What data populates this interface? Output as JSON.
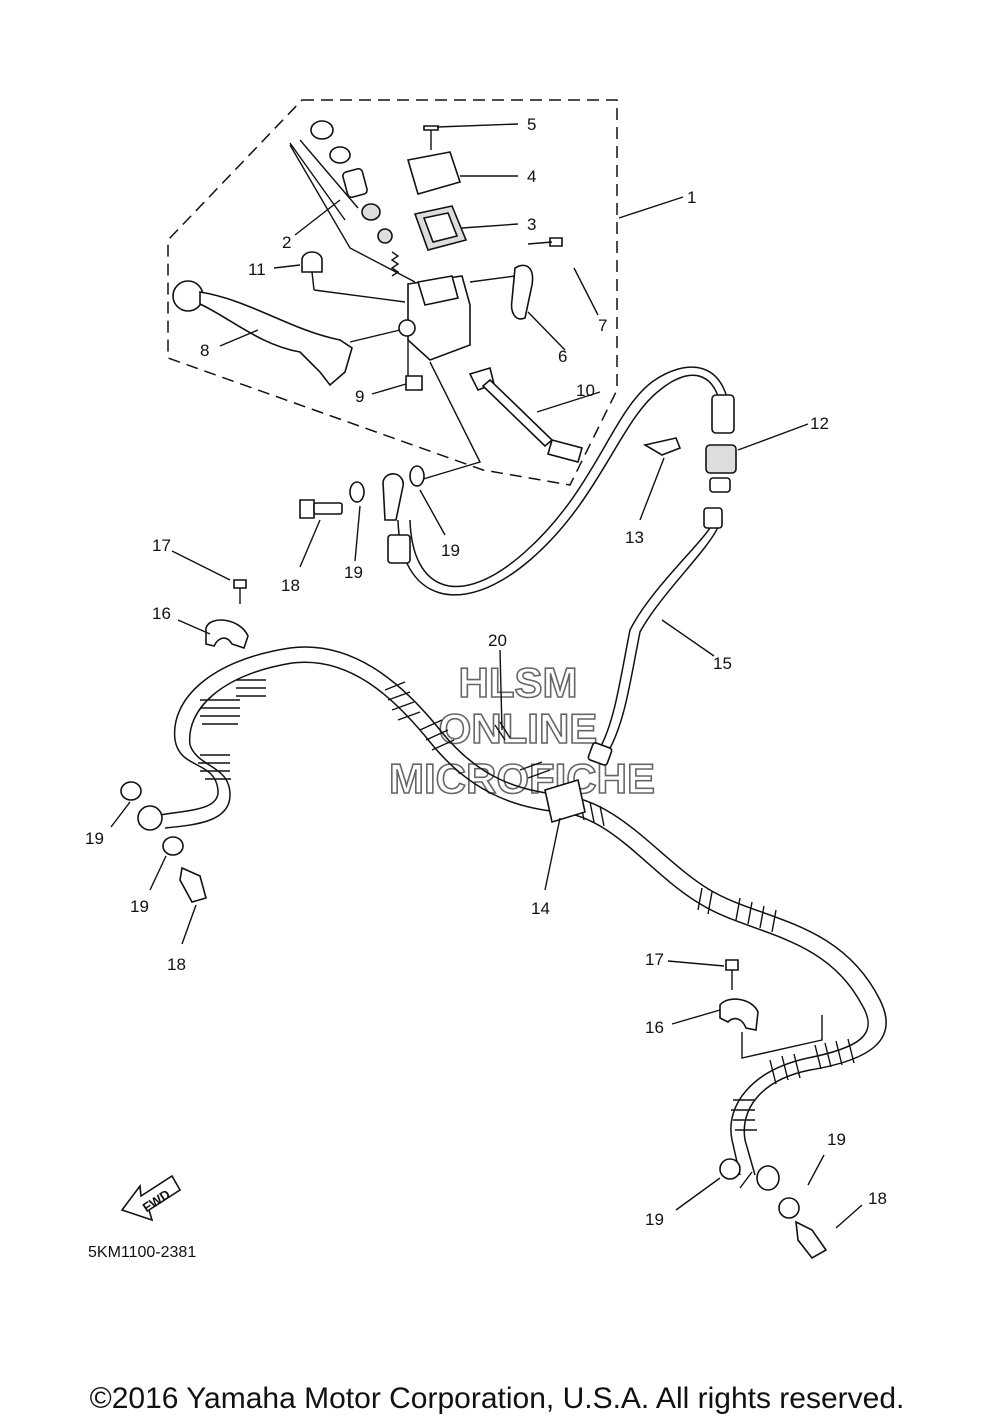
{
  "diagram": {
    "callouts": {
      "c1": "1",
      "c2": "2",
      "c3": "3",
      "c4": "4",
      "c5": "5",
      "c6": "6",
      "c7": "7",
      "c8": "8",
      "c9": "9",
      "c10": "10",
      "c11": "11",
      "c12": "12",
      "c13": "13",
      "c14": "14",
      "c15": "15",
      "c16a": "16",
      "c16b": "16",
      "c17a": "17",
      "c17b": "17",
      "c18a": "18",
      "c18b": "18",
      "c18c": "18",
      "c19a": "19",
      "c19b": "19",
      "c19c": "19",
      "c19d": "19",
      "c19e": "19",
      "c19f": "19",
      "c20": "20"
    },
    "watermark": {
      "line1": "HLSM",
      "line2": "ONLINE",
      "line3": "MICROFICHE"
    },
    "direction_arrow": "FWD",
    "diagram_code": "5KM1100-2381",
    "copyright": "©2016 Yamaha Motor Corporation, U.S.A. All rights reserved."
  }
}
